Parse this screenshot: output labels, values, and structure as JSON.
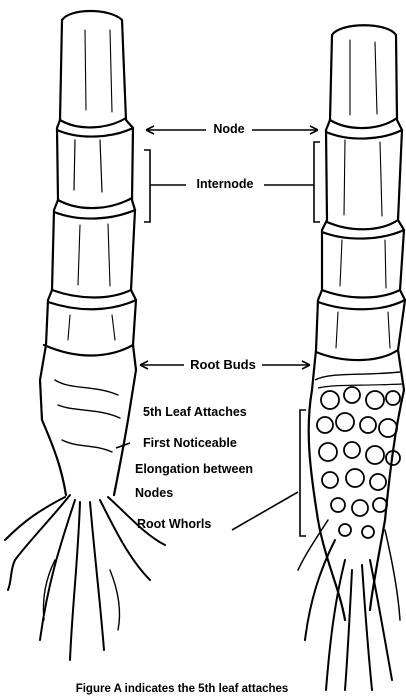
{
  "labels": {
    "node": "Node",
    "internode": "Internode",
    "root_buds": "Root Buds",
    "fifth_leaf": "5th Leaf Attaches",
    "first_elongation_1": "First Noticeable",
    "first_elongation_2": "Elongation between",
    "first_elongation_3": "Nodes",
    "root_whorls": "Root Whorls"
  },
  "caption": "Figure A indicates the 5th leaf attaches",
  "colors": {
    "ink": "#000000",
    "paper": "#ffffff"
  }
}
